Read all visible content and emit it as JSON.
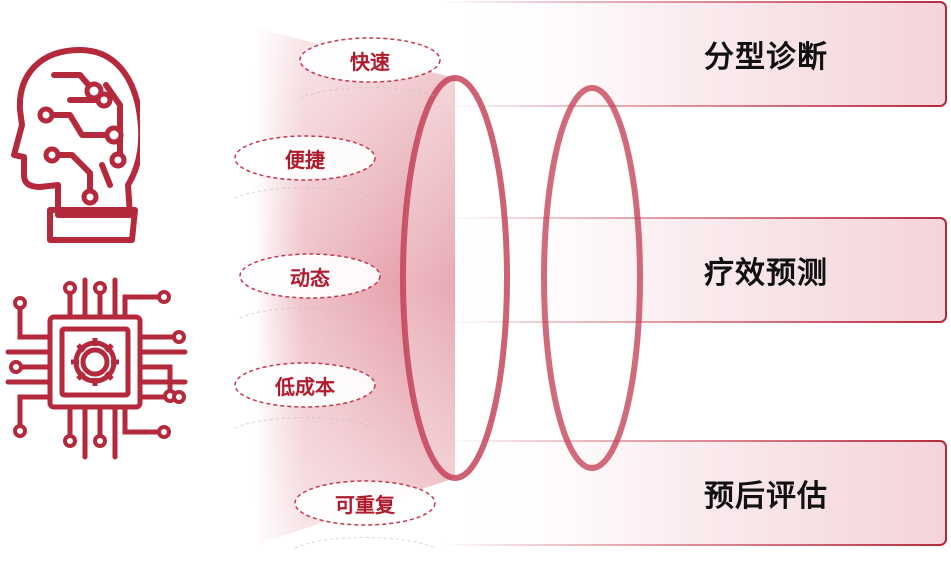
{
  "colors": {
    "accent": "#b5293c",
    "text_dark": "#111111",
    "pill_text": "#b01a2c"
  },
  "icons": {
    "head": "ai-head-icon",
    "chip": "circuit-chip-icon"
  },
  "features": [
    "快速",
    "便捷",
    "动态",
    "低成本",
    "可重复"
  ],
  "applications": [
    "分型诊断",
    "疗效预测",
    "预后评估"
  ]
}
